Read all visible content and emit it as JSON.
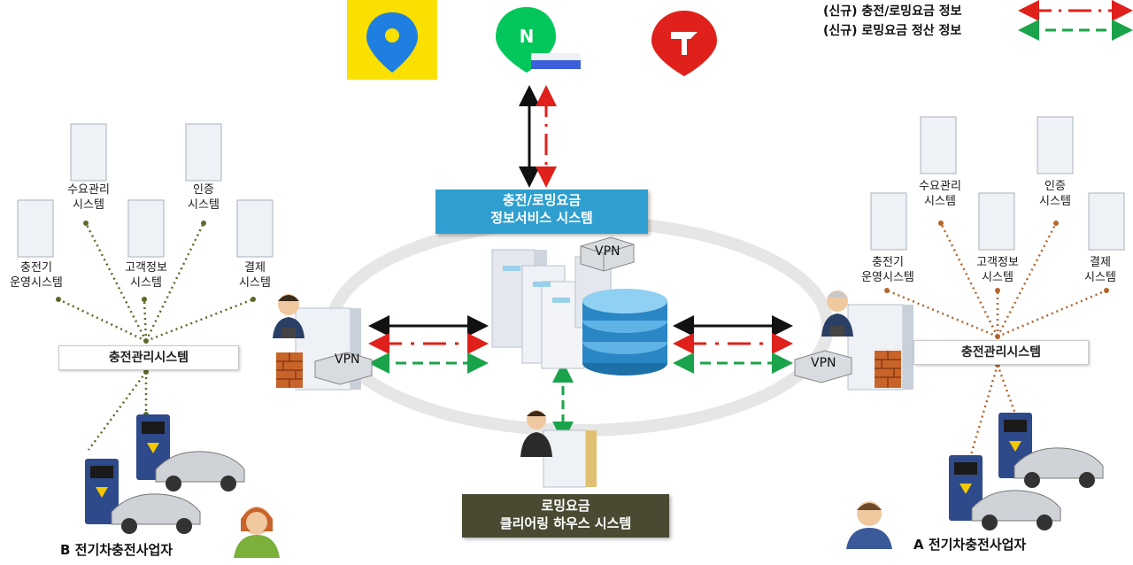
{
  "legend": {
    "items": [
      {
        "label": "(신규) 충전/로밍요금 정보",
        "color": "#e0201a",
        "style": "dash-dot"
      },
      {
        "label": "(신규) 로밍요금 정산 정보",
        "color": "#1aa34a",
        "style": "dashed"
      }
    ]
  },
  "top_apps": [
    {
      "icon": "kakaomap-logo-icon",
      "color": "#f9e000"
    },
    {
      "icon": "naver-map-logo-icon",
      "color": "#03c75a"
    },
    {
      "icon": "tmap-logo-icon",
      "color": "#e0201a"
    }
  ],
  "center": {
    "service_system": {
      "line1": "충전/로밍요금",
      "line2": "정보서비스 시스템"
    },
    "vpn_label": "VPN",
    "clearing_house": {
      "line1": "로밍요금",
      "line2": "클리어링 하우스 시스템"
    }
  },
  "left_operator": {
    "servers": [
      "수요관리\n시스템",
      "인증\n시스템",
      "충전기\n운영시스템",
      "고객정보\n시스템",
      "결제\n시스템"
    ],
    "demand": {
      "l1": "수요관리",
      "l2": "시스템"
    },
    "auth": {
      "l1": "인증",
      "l2": "시스템"
    },
    "charger": {
      "l1": "충전기",
      "l2": "운영시스템"
    },
    "customer": {
      "l1": "고객정보",
      "l2": "시스템"
    },
    "payment": {
      "l1": "결제",
      "l2": "시스템"
    },
    "management_system": "충전관리시스템",
    "vpn_label": "VPN",
    "caption": "B 전기차충전사업자"
  },
  "right_operator": {
    "demand": {
      "l1": "수요관리",
      "l2": "시스템"
    },
    "auth": {
      "l1": "인증",
      "l2": "시스템"
    },
    "charger": {
      "l1": "충전기",
      "l2": "운영시스템"
    },
    "customer": {
      "l1": "고객정보",
      "l2": "시스템"
    },
    "payment": {
      "l1": "결제",
      "l2": "시스템"
    },
    "management_system": "충전관리시스템",
    "vpn_label": "VPN",
    "caption": "A 전기차충전사업자"
  },
  "colors": {
    "black_arrow": "#111111",
    "red_arrow": "#e0201a",
    "green_arrow": "#1aa34a",
    "left_dots": "#5a6b2a",
    "right_dots": "#b5652a",
    "service_box": "#2f9fd0",
    "clearing_box": "#4a4a33"
  }
}
